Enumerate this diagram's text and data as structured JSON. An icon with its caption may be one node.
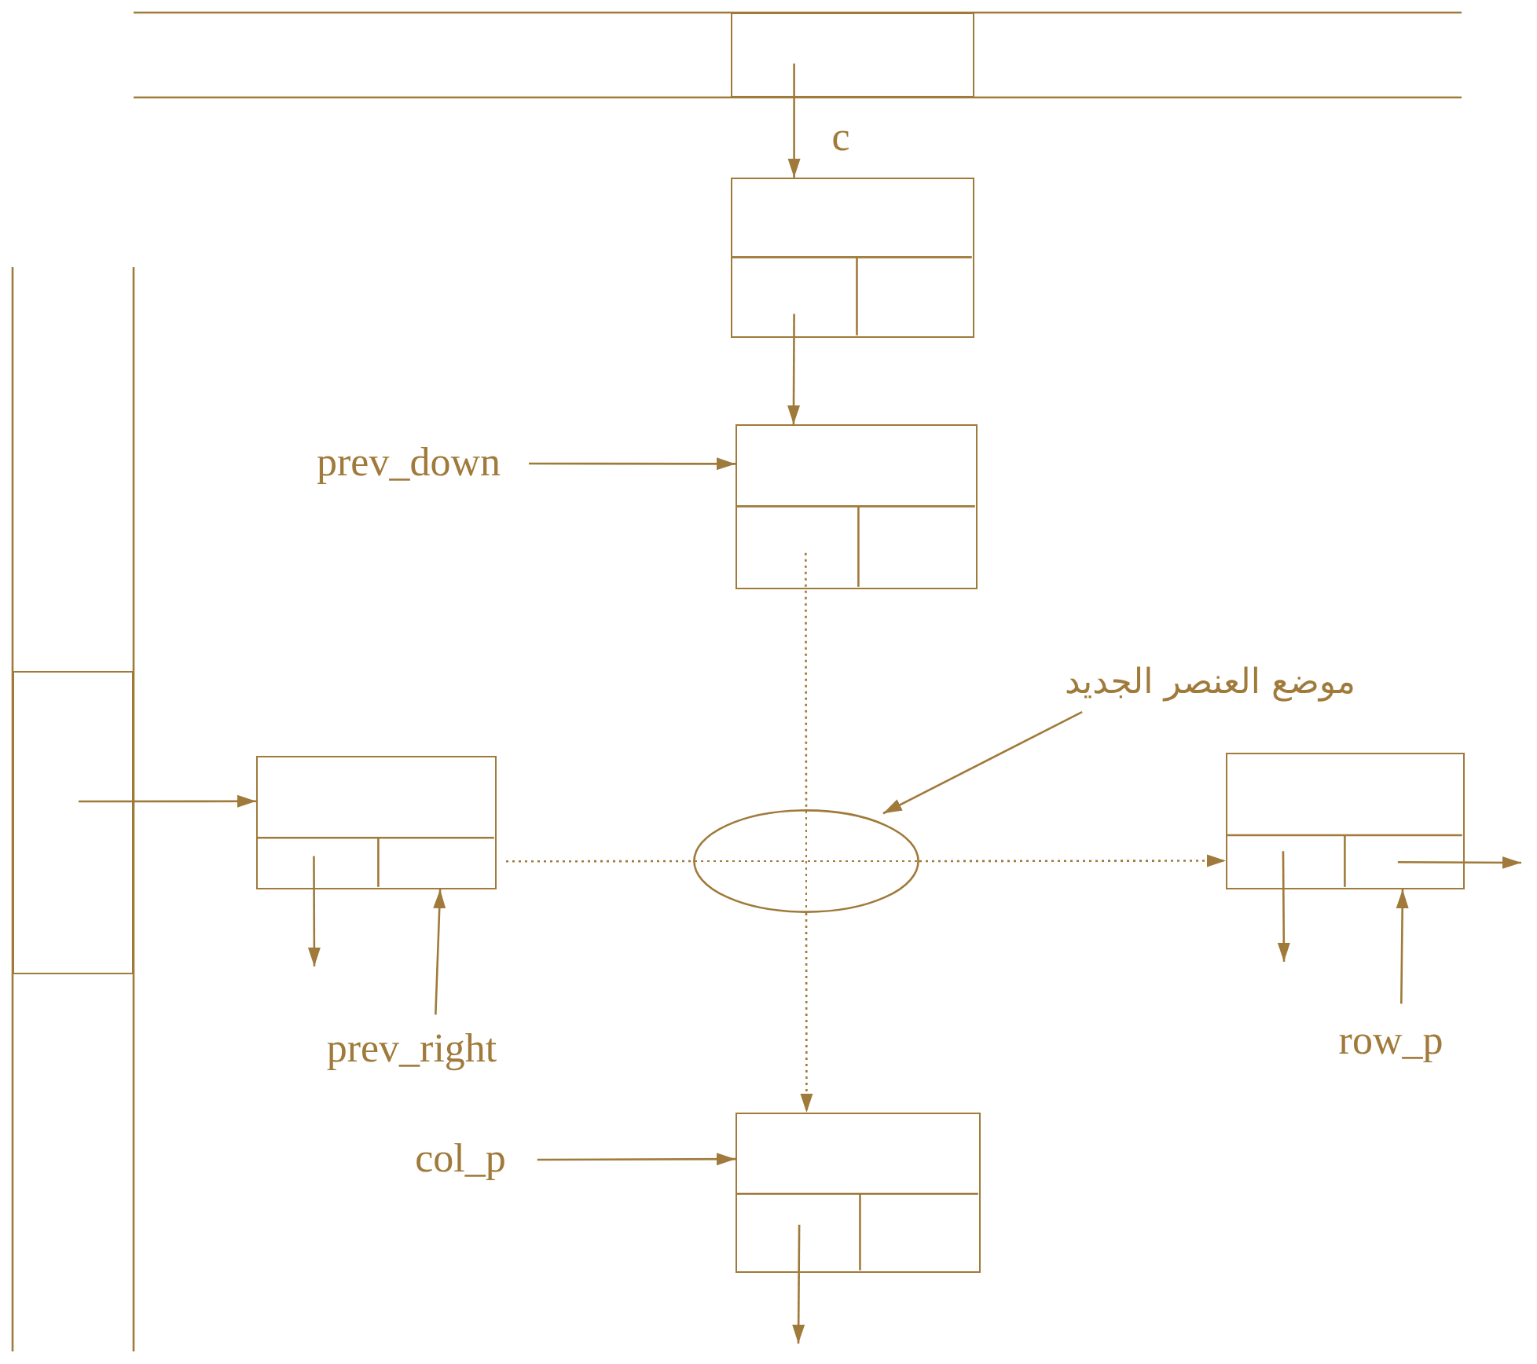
{
  "diagram": {
    "nodes": [
      {
        "text": [],
        "shape": "box"
      },
      {
        "text": [],
        "shape": "box"
      },
      {
        "text": [],
        "shape": "box"
      },
      {
        "text": [
          "prev_down"
        ]
      },
      {
        "text": [],
        "shape": "box"
      },
      {
        "text": [],
        "shape": "box"
      },
      {
        "text": [
          "prev_right"
        ]
      },
      {
        "text": [],
        "shape": "ellipse"
      },
      {
        "text": [
          "موضع العنصر الجديد"
        ]
      },
      {
        "text": [],
        "shape": "box"
      },
      {
        "text": [
          "row_p"
        ]
      },
      {
        "text": [
          "col_p"
        ]
      },
      {
        "text": [],
        "shape": "box"
      }
    ],
    "edges": [
      {
        "from": 0,
        "to": 1,
        "arrow": "to",
        "label": "c"
      },
      {
        "from": 1,
        "to": 2,
        "arrow": "to"
      },
      {
        "from": 3,
        "to": 2,
        "arrow": "to"
      },
      {
        "from": 4,
        "to": 5,
        "arrow": "to"
      },
      {
        "from": 5,
        "to": null,
        "arrow": "to"
      },
      {
        "from": 6,
        "to": 5,
        "arrow": "to"
      },
      {
        "from": 8,
        "to": 7,
        "arrow": "to"
      },
      {
        "from": 5,
        "to": 7,
        "arrow": "none",
        "style": "dashed"
      },
      {
        "from": 7,
        "to": 9,
        "arrow": "to",
        "style": "dashed"
      },
      {
        "from": 2,
        "to": 7,
        "arrow": "none",
        "style": "dashed"
      },
      {
        "from": 7,
        "to": 12,
        "arrow": "to",
        "style": "dashed"
      },
      {
        "from": 9,
        "to": null,
        "arrow": "to"
      },
      {
        "from": 9,
        "to": null,
        "arrow": "to"
      },
      {
        "from": 10,
        "to": 9,
        "arrow": "to"
      },
      {
        "from": 11,
        "to": 12,
        "arrow": "to"
      },
      {
        "from": 12,
        "to": null,
        "arrow": "to"
      }
    ]
  }
}
